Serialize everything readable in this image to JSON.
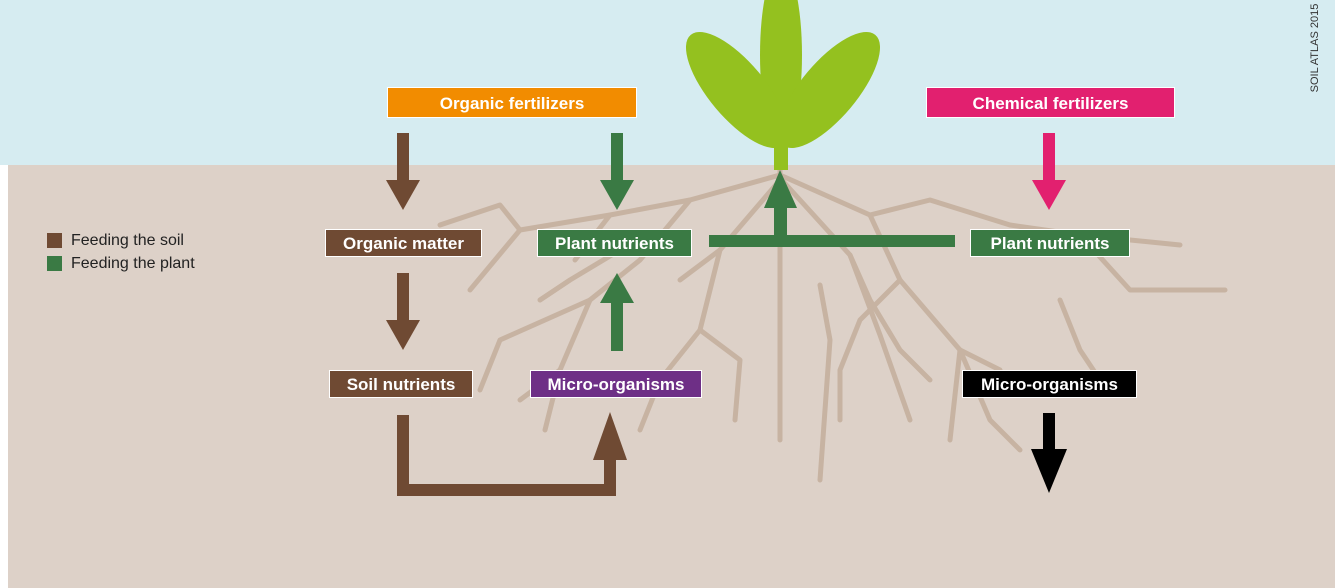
{
  "diagram": {
    "legend": [
      {
        "label": "Feeding the soil",
        "color": "#6f4a33"
      },
      {
        "label": "Feeding the plant",
        "color": "#3a7a44"
      }
    ],
    "boxes": {
      "organic_fertilizers": {
        "label": "Organic fertilizers",
        "color": "#f28c00"
      },
      "chemical_fertilizers": {
        "label": "Chemical fertilizers",
        "color": "#e2206f"
      },
      "organic_matter": {
        "label": "Organic matter",
        "color": "#6f4a33"
      },
      "plant_nutrients_left": {
        "label": "Plant nutrients",
        "color": "#3a7a44"
      },
      "plant_nutrients_right": {
        "label": "Plant nutrients",
        "color": "#3a7a44"
      },
      "soil_nutrients": {
        "label": "Soil nutrients",
        "color": "#6f4a33"
      },
      "micro_organisms_left": {
        "label": "Micro-organisms",
        "color": "#6e2f86"
      },
      "micro_organisms_right": {
        "label": "Micro-organisms",
        "color": "#000000"
      }
    },
    "credit": "SOIL ATLAS 2015",
    "colors": {
      "sky": "#d6ecf1",
      "soil": "#ddd1c8",
      "roots": "#c7b3a2",
      "leaf": "#94c11f"
    }
  }
}
